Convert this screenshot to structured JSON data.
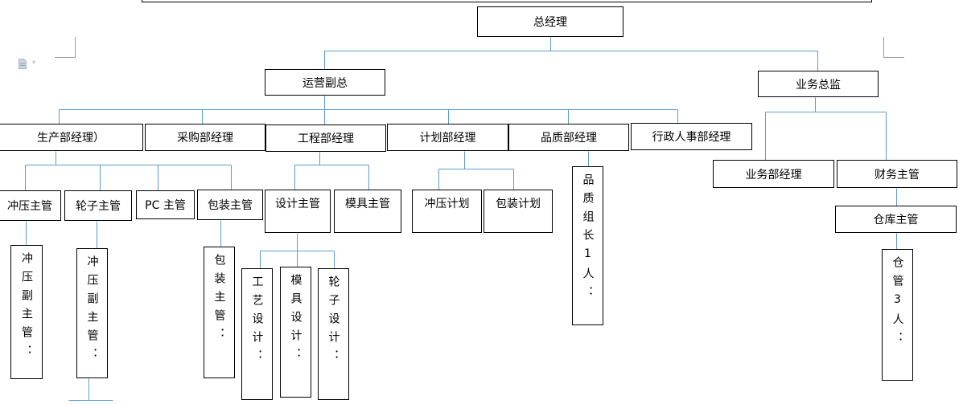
{
  "line_color": "#5b9bd5",
  "nodes": {
    "gm": "总经理",
    "ops_vp": "运营副总",
    "biz_director": "业务总监",
    "production_mgr": "生产部经理）",
    "purchasing_mgr": "采购部经理",
    "engineering_mgr": "工程部经理",
    "planning_mgr": "计划部经理",
    "quality_mgr": "品质部经理",
    "admin_hr_mgr": "行政人事部经理",
    "sales_mgr": "业务部经理",
    "finance_head": "财务主管",
    "warehouse_head": "仓库主管",
    "stamping_head": "冲压主管",
    "wheel_head": "轮子主管",
    "pc_head": "PC 主管",
    "packing_head": "包装主管",
    "design_head": "设计主管",
    "mold_head": "模具主管",
    "stamping_plan": "冲压计划",
    "packing_plan": "包装计划",
    "quality_leader": "品质组长1人：",
    "warehouse_staff": "仓管3人：",
    "stamping_deputy_1": "冲压副主管：",
    "stamping_deputy_2": "冲压副主管：",
    "packing_sub": "包装主管：",
    "process_design": "工艺设计：",
    "mold_design": "模具设计：",
    "wheel_design": "轮子设计："
  }
}
